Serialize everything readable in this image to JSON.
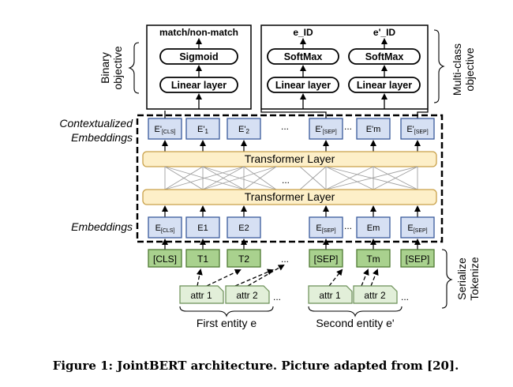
{
  "heads": {
    "binary": {
      "output": "match/non-match",
      "sigmoid": "Sigmoid",
      "linear": "Linear layer",
      "side_label_1": "Binary",
      "side_label_2": "objective"
    },
    "multiclass": {
      "outputs": [
        "e_ID",
        "e'_ID"
      ],
      "softmax": [
        "SoftMax",
        "SoftMax"
      ],
      "linear": [
        "Linear layer",
        "Linear layer"
      ],
      "side_label_1": "Multi-class",
      "side_label_2": "objective"
    }
  },
  "labels": {
    "contextualized_1": "Contextualized",
    "contextualized_2": "Embeddings",
    "embeddings": "Embeddings",
    "serialize": "Serialize",
    "tokenize": "Tokenize"
  },
  "contextual_embeddings": [
    {
      "main": "E'",
      "sub": "[CLS]"
    },
    {
      "main": "E'",
      "sub": "1"
    },
    {
      "main": "E'",
      "sub": "2"
    },
    {
      "main": "E'",
      "sub": "[SEP]"
    },
    {
      "main": "E'm",
      "sub": ""
    },
    {
      "main": "E'",
      "sub": "[SEP]"
    }
  ],
  "input_embeddings": [
    {
      "main": "E",
      "sub": "[CLS]"
    },
    {
      "main": "E1",
      "sub": ""
    },
    {
      "main": "E2",
      "sub": ""
    },
    {
      "main": "E",
      "sub": "[SEP]"
    },
    {
      "main": "Em",
      "sub": ""
    },
    {
      "main": "E",
      "sub": "[SEP]"
    }
  ],
  "transformer_layers": [
    "Transformer Layer",
    "Transformer Layer"
  ],
  "tokens": [
    "[CLS]",
    "T1",
    "T2",
    "[SEP]",
    "Tm",
    "[SEP]"
  ],
  "attributes": [
    "attr 1",
    "attr 2",
    "attr 1",
    "attr 2"
  ],
  "ellipsis": "...",
  "entities": [
    "First entity e",
    "Second entity e'"
  ],
  "caption": "Figure 1: JointBERT architecture. Picture adapted from [20].",
  "colors": {
    "embedding_fill": "#d6e0f3",
    "embedding_stroke": "#3a5a9c",
    "transformer_fill": "#fdefc8",
    "transformer_stroke": "#c9a14a",
    "token_fill": "#a9d18e",
    "token_stroke": "#4e7a32",
    "attr_fill": "#e2efd9",
    "attr_stroke": "#6b8f57"
  }
}
